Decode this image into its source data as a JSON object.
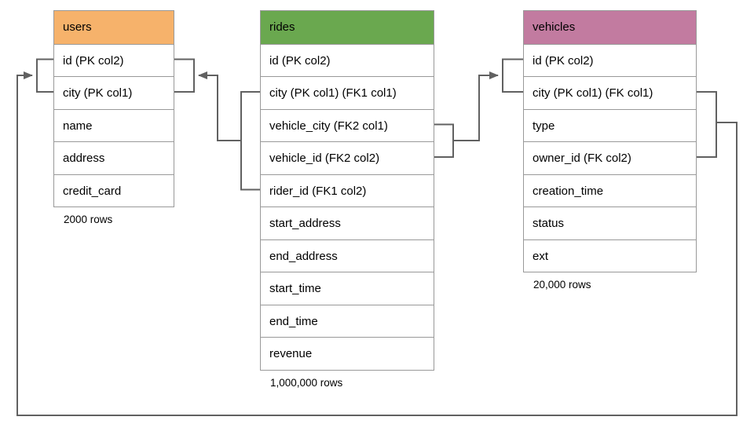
{
  "diagram": {
    "line_color": "#616161",
    "border_color": "#999999",
    "tables": [
      {
        "name": "users",
        "header_color": "#F6B26B",
        "columns": [
          "id (PK col2)",
          "city (PK col1)",
          "name",
          "address",
          "credit_card"
        ],
        "row_count": "2000 rows"
      },
      {
        "name": "rides",
        "header_color": "#6AA84F",
        "columns": [
          "id (PK col2)",
          "city (PK col1) (FK1 col1)",
          "vehicle_city (FK2 col1)",
          "vehicle_id (FK2 col2)",
          "rider_id (FK1 col2)",
          "start_address",
          "end_address",
          "start_time",
          "end_time",
          "revenue"
        ],
        "row_count": "1,000,000 rows"
      },
      {
        "name": "vehicles",
        "header_color": "#C27BA0",
        "columns": [
          "id (PK col2)",
          "city (PK col1) (FK col1)",
          "type",
          "owner_id (FK col2)",
          "creation_time",
          "status",
          "ext"
        ],
        "row_count": "20,000 rows"
      }
    ],
    "relationships": [
      {
        "from": "rides.city + rides.rider_id (FK1)",
        "to": "users.id + users.city (PK)"
      },
      {
        "from": "rides.vehicle_city + rides.vehicle_id (FK2)",
        "to": "vehicles.id + vehicles.city (PK)"
      },
      {
        "from": "vehicles.city + vehicles.owner_id (FK)",
        "to": "users.id + users.city (PK)"
      }
    ]
  }
}
